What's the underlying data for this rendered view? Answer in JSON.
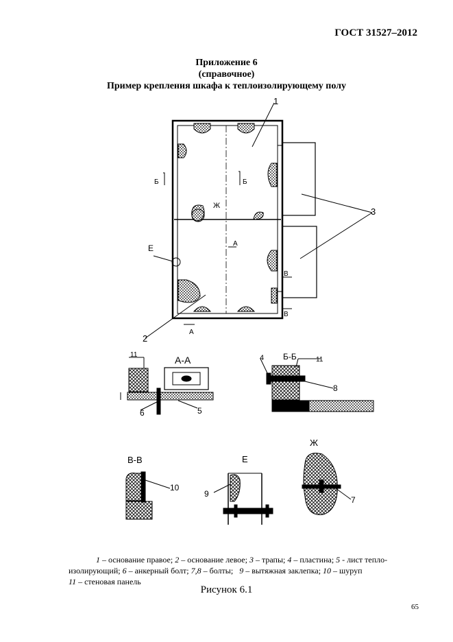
{
  "header": {
    "standard": "ГОСТ 31527–2012"
  },
  "title": {
    "line1": "Приложение 6",
    "line2": "(справочное)",
    "line3": "Пример крепления шкафа к теплоизолирующему полу"
  },
  "figure": {
    "callouts": [
      "1",
      "2",
      "3",
      "Ж",
      "Е"
    ],
    "section_marks": [
      "Б",
      "Б",
      "А",
      "А",
      "В",
      "В"
    ],
    "detail_titles": [
      "А-А",
      "Б-Б",
      "В-В",
      "Е",
      "Ж"
    ],
    "part_numbers": [
      "11",
      "6",
      "5",
      "4",
      "11",
      "8",
      "10",
      "9",
      "7"
    ]
  },
  "legend": {
    "n1": "1",
    "t1": " – основание правое; ",
    "n2": "2",
    "t2": " – основание левое; ",
    "n3": "3",
    "t3": " – трапы; ",
    "n4": "4",
    "t4": " – пластина; ",
    "n5": "5",
    "t5": " - лист тепло-",
    "t5b": "изолирующий; ",
    "n6": "6",
    "t6": " – анкерный болт; ",
    "n78": "7,8",
    "t78": " – болты;   ",
    "n9": "9",
    "t9": " – вытяжная заклепка; ",
    "n10": "10",
    "t10": " – шуруп",
    "n11": "11",
    "t11": " – стеновая панель"
  },
  "caption": "Рисунок 6.1",
  "page_number": "65"
}
